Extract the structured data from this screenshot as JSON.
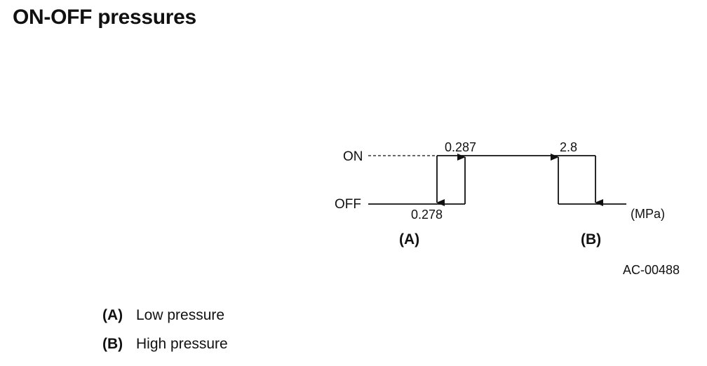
{
  "page": {
    "title": "ON-OFF pressures"
  },
  "diagram": {
    "on_label": "ON",
    "off_label": "OFF",
    "unit": "(MPa)",
    "a_on_value": "0.287",
    "a_off_value": "0.278",
    "b_value": "2.8",
    "a_label": "(A)",
    "b_label": "(B)",
    "figure_code": "AC-00488"
  },
  "legend": [
    {
      "key": "(A)",
      "text": "Low pressure"
    },
    {
      "key": "(B)",
      "text": "High pressure"
    }
  ]
}
